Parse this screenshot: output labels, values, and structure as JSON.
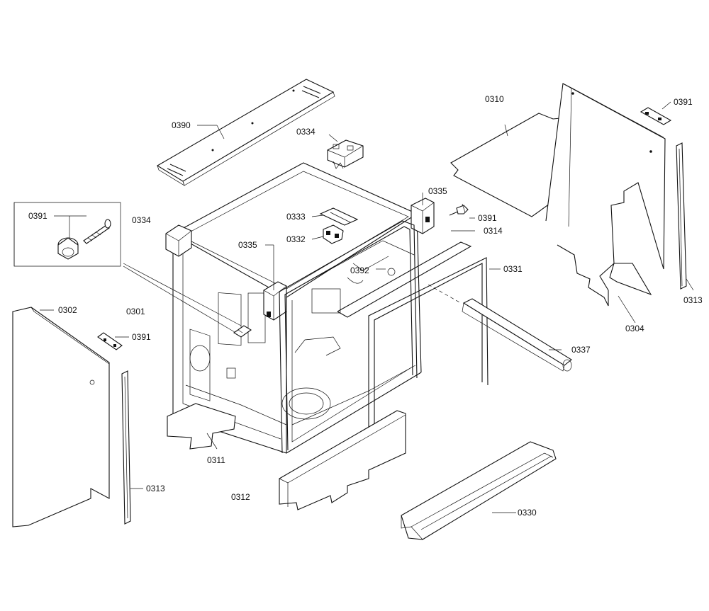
{
  "diagram": {
    "callouts": [
      {
        "id": "c0390",
        "text": "0390"
      },
      {
        "id": "c0334a",
        "text": "0334"
      },
      {
        "id": "c0310",
        "text": "0310"
      },
      {
        "id": "c0391a",
        "text": "0391"
      },
      {
        "id": "c0391b",
        "text": "0391"
      },
      {
        "id": "c0334b",
        "text": "0334"
      },
      {
        "id": "c0333",
        "text": "0333"
      },
      {
        "id": "c0335a",
        "text": "0335"
      },
      {
        "id": "c0391c",
        "text": "0391"
      },
      {
        "id": "c0314",
        "text": "0314"
      },
      {
        "id": "c0332",
        "text": "0332"
      },
      {
        "id": "c0335b",
        "text": "0335"
      },
      {
        "id": "c0392",
        "text": "0392"
      },
      {
        "id": "c0331",
        "text": "0331"
      },
      {
        "id": "c0313a",
        "text": "0313"
      },
      {
        "id": "c0304",
        "text": "0304"
      },
      {
        "id": "c0302",
        "text": "0302"
      },
      {
        "id": "c0301",
        "text": "0301"
      },
      {
        "id": "c0391d",
        "text": "0391"
      },
      {
        "id": "c0337",
        "text": "0337"
      },
      {
        "id": "c0311",
        "text": "0311"
      },
      {
        "id": "c0313b",
        "text": "0313"
      },
      {
        "id": "c0312",
        "text": "0312"
      },
      {
        "id": "c0330",
        "text": "0330"
      }
    ]
  }
}
